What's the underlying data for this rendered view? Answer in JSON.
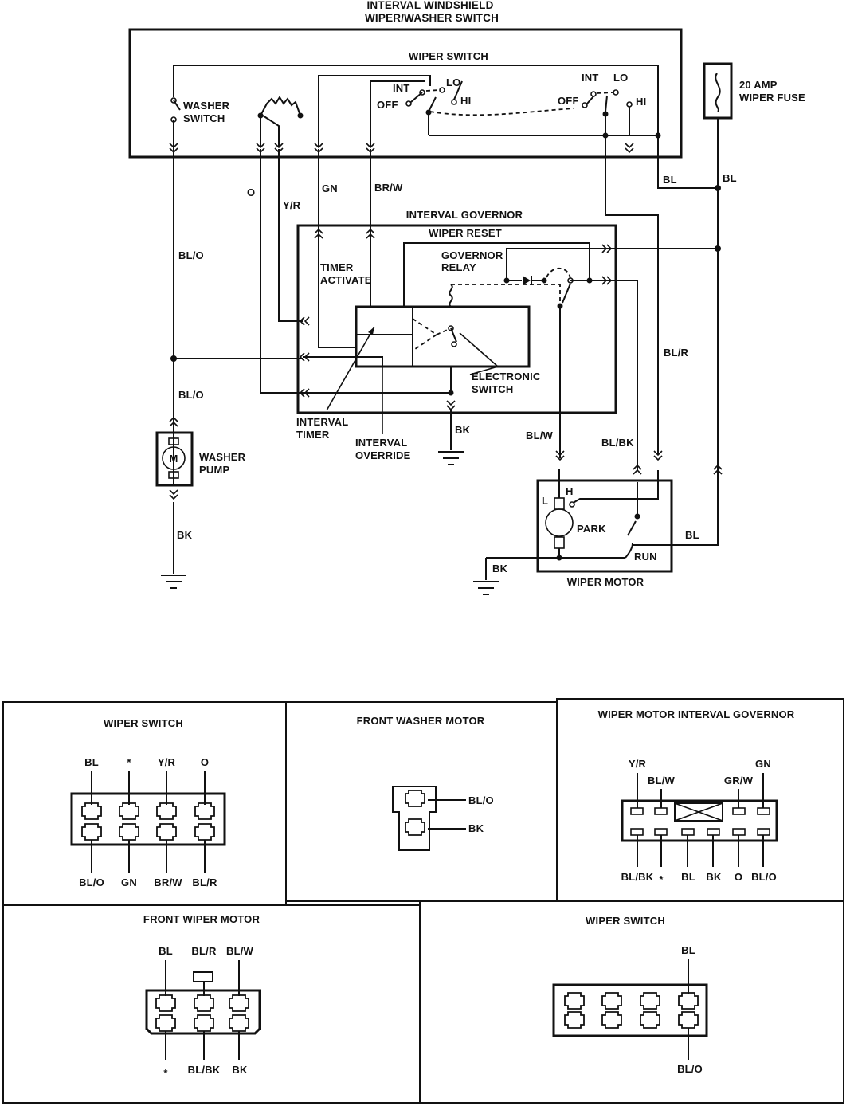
{
  "schematic": {
    "title_line1": "INTERVAL WINDSHIELD",
    "title_line2": "WIPER/WASHER SWITCH",
    "wiper_switch_label": "WIPER SWITCH",
    "washer_switch_label_1": "WASHER",
    "washer_switch_label_2": "SWITCH",
    "switch1": {
      "int": "INT",
      "lo": "LO",
      "off": "OFF",
      "hi": "HI"
    },
    "switch2": {
      "int": "INT",
      "lo": "LO",
      "off": "OFF",
      "hi": "HI"
    },
    "fuse_line1": "20 AMP",
    "fuse_line2": "WIPER FUSE",
    "interval_governor": "INTERVAL GOVERNOR",
    "wiper_reset": "WIPER RESET",
    "governor_relay_1": "GOVERNOR",
    "governor_relay_2": "RELAY",
    "timer_activate_1": "TIMER",
    "timer_activate_2": "ACTIVATE",
    "electronic_switch_1": "ELECTRONIC",
    "electronic_switch_2": "SWITCH",
    "interval_timer_1": "INTERVAL",
    "interval_timer_2": "TIMER",
    "interval_override_1": "INTERVAL",
    "interval_override_2": "OVERRIDE",
    "washer_pump_1": "WASHER",
    "washer_pump_2": "PUMP",
    "motor_symbol": "M",
    "wiper_motor": "WIPER MOTOR",
    "motor_l": "L",
    "motor_h": "H",
    "park": "PARK",
    "run": "RUN",
    "wires": {
      "o": "O",
      "y_r": "Y/R",
      "gn": "GN",
      "br_w": "BR/W",
      "bl_o_1": "BL/O",
      "bl_o_2": "BL/O",
      "bk_pump": "BK",
      "bk_gov": "BK",
      "bk_motor": "BK",
      "bl_1": "BL",
      "bl_2": "BL",
      "bl_3": "BL",
      "bl_r": "BL/R",
      "bl_w": "BL/W",
      "bl_bk": "BL/BK"
    }
  },
  "connectors": {
    "wiper_switch": {
      "title": "WIPER SWITCH",
      "top": [
        "BL",
        "*",
        "Y/R",
        "O"
      ],
      "bottom": [
        "BL/O",
        "GN",
        "BR/W",
        "BL/R"
      ]
    },
    "front_washer_motor": {
      "title": "FRONT WASHER MOTOR",
      "pins": [
        "BL/O",
        "BK"
      ]
    },
    "interval_governor": {
      "title": "WIPER MOTOR INTERVAL GOVERNOR",
      "top": [
        "Y/R",
        "BL/W",
        "GR/W",
        "GN"
      ],
      "bottom": [
        "BL/BK",
        "*",
        "BL",
        "BK",
        "O",
        "BL/O"
      ]
    },
    "front_wiper_motor": {
      "title": "FRONT WIPER MOTOR",
      "top": [
        "BL",
        "BL/R",
        "BL/W"
      ],
      "bottom": [
        "*",
        "BL/BK",
        "BK"
      ]
    },
    "wiper_switch_2": {
      "title": "WIPER SWITCH",
      "top": [
        "BL"
      ],
      "bottom": [
        "BL/O"
      ]
    }
  }
}
